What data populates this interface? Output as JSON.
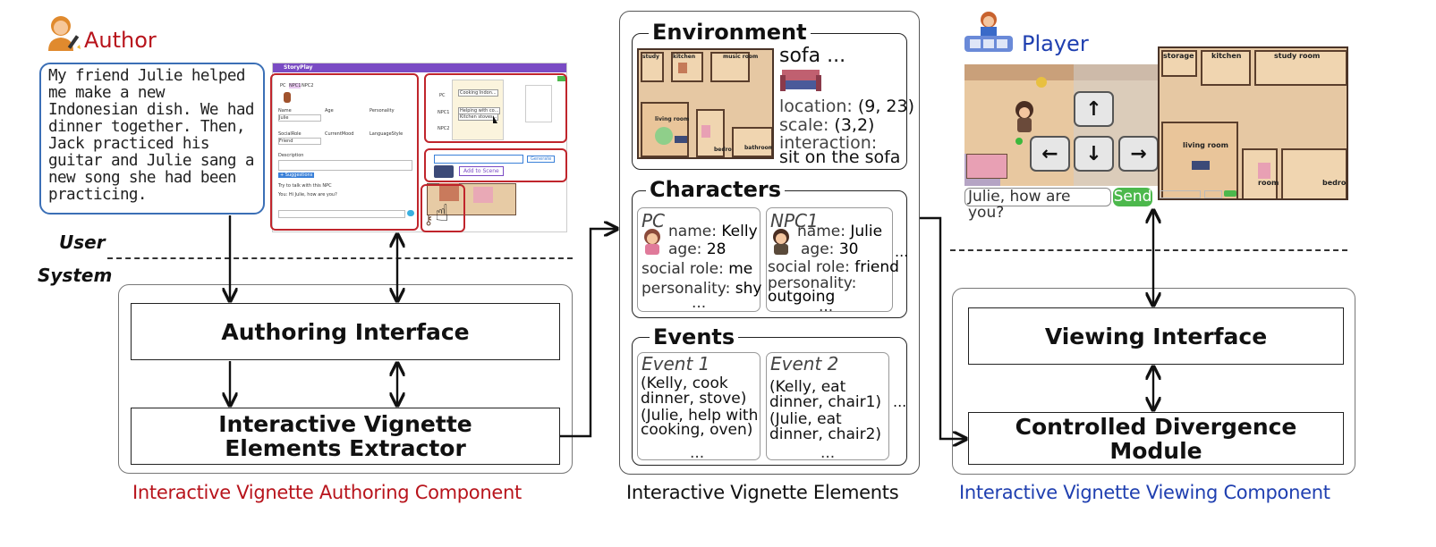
{
  "author": {
    "label": "Author",
    "story": "My friend Julie helped me make a new Indonesian dish. We had dinner together. Then, Jack practiced his guitar and Julie sang a  new song she had been practicing."
  },
  "layer_labels": {
    "user": "User",
    "system": "System"
  },
  "authoring": {
    "interface_label": "Authoring Interface",
    "extractor_label": "Interactive Vignette Elements Extractor",
    "component_label": "Interactive Vignette Authoring Component",
    "ui": {
      "app_name": "StoryPlay",
      "tabs": [
        "PC",
        "NPC1",
        "NPC2"
      ],
      "fields": [
        "Name",
        "Age",
        "Personality",
        "Julie",
        "SocialRole",
        "CurrentMood",
        "LanguageStyle",
        "Friend"
      ],
      "description_label": "Description",
      "suggestion_label": "+ Suggestions",
      "chat_hint": "Try to talk with this NPC",
      "chat_you": "You: Hi Julie, how are you?",
      "npc_rows": [
        "PC",
        "NPC1",
        "NPC2"
      ],
      "npc_actions": [
        "Cooking Indon...",
        "Helping with co...",
        "Kitchen stoves..."
      ],
      "generate_label": "Generate",
      "add_scene_label": "Add to Scene"
    }
  },
  "elements": {
    "environment": {
      "title": "Environment",
      "object": "sofa ...",
      "location_key": "location:",
      "location_val": "(9, 23)",
      "scale_key": "scale:",
      "scale_val": "(3,2)",
      "interaction_key": "interaction:",
      "interaction_val": "sit on the sofa",
      "rooms": [
        "study",
        "kitchen",
        "music room",
        "living room",
        "bedroom",
        "bathroom"
      ]
    },
    "characters": {
      "title": "Characters",
      "pc": {
        "header": "PC",
        "name_key": "name:",
        "name": "Kelly",
        "age_key": "age:",
        "age": "28",
        "role_key": "social role:",
        "role": "me",
        "pers_key": "personality:",
        "pers": "shy",
        "more": "..."
      },
      "npc": {
        "header": "NPC1",
        "name_key": "name:",
        "name": "Julie",
        "age_key": "age:",
        "age": "30",
        "role_key": "social role:",
        "role": "friend",
        "pers_key": "personality:",
        "pers": "outgoing",
        "more": "..."
      },
      "ellipsis": "..."
    },
    "events": {
      "title": "Events",
      "e1": {
        "header": "Event 1",
        "a": "(Kelly, cook dinner, stove)",
        "b": "(Julie, help with cooking, oven)",
        "more": "..."
      },
      "e2": {
        "header": "Event 2",
        "a": "(Kelly, eat dinner, chair1)",
        "b": "(Julie, eat dinner, chair2)",
        "more": "..."
      },
      "ellipsis": "..."
    },
    "component_label": "Interactive Vignette Elements"
  },
  "viewing": {
    "player_label": "Player",
    "chat_input": "Julie, how are you?",
    "send_label": "Send",
    "keys": [
      "↑",
      "←",
      "↓",
      "→"
    ],
    "map_rooms": [
      "storage",
      "kitchen",
      "study room",
      "living room",
      "room",
      "bedroom"
    ],
    "living_room_label": "living room",
    "interface_label": "Viewing Interface",
    "module_label": "Controlled Divergence Module",
    "component_label": "Interactive Vignette Viewing Component"
  },
  "colors": {
    "author_red": "#b8141c",
    "player_blue": "#1f3fb0",
    "send_green": "#4cb84c",
    "story_border": "#3b6fb6"
  }
}
